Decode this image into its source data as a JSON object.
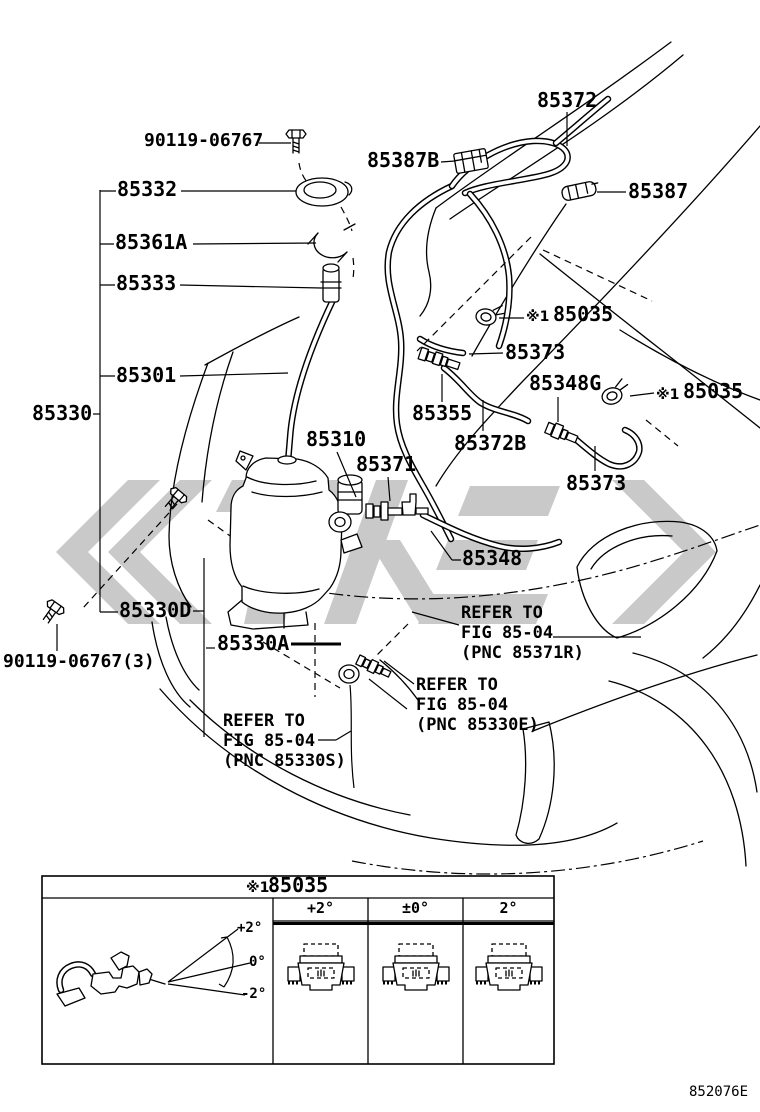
{
  "callouts": {
    "bolt_top": "90119-06767",
    "reservoir_cap": "85332",
    "hose_clamp": "85361A",
    "reservoir_joint": "85333",
    "filler_hose": "85301",
    "reservoir_assy": "85330",
    "washer_hose": "85372",
    "hose_clip_b": "85387B",
    "hose_clip": "85387",
    "nozzle_marker_1": "※1",
    "nozzle_1": "85035",
    "hose_373_1": "85373",
    "joint_355": "85355",
    "hose_372b": "85372B",
    "joint_348g": "85348G",
    "nozzle_marker_2": "※1",
    "nozzle_2": "85035",
    "hose_373_2": "85373",
    "motor_pump": "85310",
    "joint_371": "85371",
    "hose_348": "85348",
    "bracket_330d": "85330D",
    "packing_330a": "85330A",
    "bolt_bottom": "90119-06767(3)"
  },
  "refer_notes": [
    {
      "l1": "REFER TO",
      "l2": "FIG 85-04",
      "l3": "(PNC 85371R)"
    },
    {
      "l1": "REFER TO",
      "l2": "FIG 85-04",
      "l3": "(PNC 85330E)"
    },
    {
      "l1": "REFER TO",
      "l2": "FIG 85-04",
      "l3": "(PNC 85330S)"
    }
  ],
  "table": {
    "title_marker": "※1",
    "title_part": "85035",
    "columns": [
      "+2°",
      "±0°",
      "2°"
    ],
    "angles": {
      "up": "+2°",
      "mid": "0°",
      "down": "-2°"
    }
  },
  "footer_code": "852076E",
  "colors": {
    "line": "#000000",
    "background": "#ffffff",
    "watermark": "#c9c9c9"
  }
}
